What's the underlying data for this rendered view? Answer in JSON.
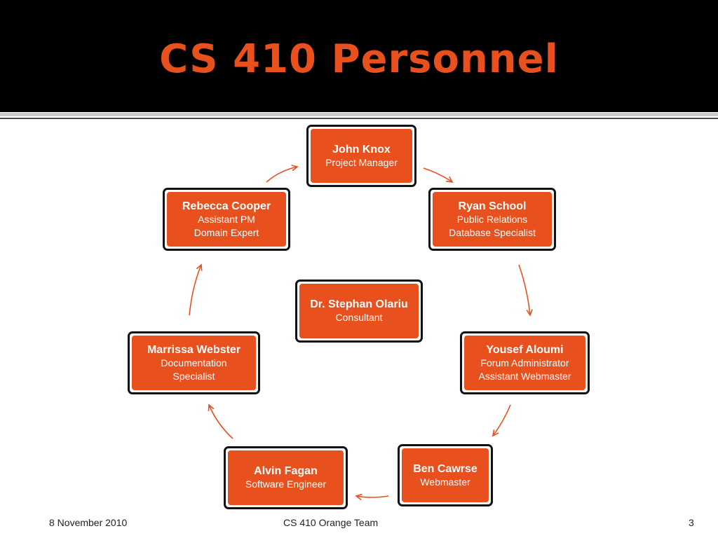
{
  "slide": {
    "title": "CS 410 Personnel",
    "footer_date": "8 November 2010",
    "footer_team": "CS 410 Orange Team",
    "page_number": "3"
  },
  "colors": {
    "accent": "#e8501e",
    "header_bg": "#000000",
    "border": "#111111"
  },
  "nodes": [
    {
      "name": "John Knox",
      "roles": [
        "Project Manager"
      ]
    },
    {
      "name": "Ryan School",
      "roles": [
        "Public Relations",
        "Database Specialist"
      ]
    },
    {
      "name": "Yousef Aloumi",
      "roles": [
        "Forum Administrator",
        "Assistant Webmaster"
      ]
    },
    {
      "name": "Ben Cawrse",
      "roles": [
        "Webmaster"
      ]
    },
    {
      "name": "Alvin Fagan",
      "roles": [
        "Software Engineer"
      ]
    },
    {
      "name": "Marrissa Webster",
      "roles": [
        "Documentation",
        "Specialist"
      ]
    },
    {
      "name": "Rebecca Cooper",
      "roles": [
        "Assistant PM",
        "Domain Expert"
      ]
    },
    {
      "name": "Dr. Stephan Olariu",
      "roles": [
        "Consultant"
      ]
    }
  ]
}
